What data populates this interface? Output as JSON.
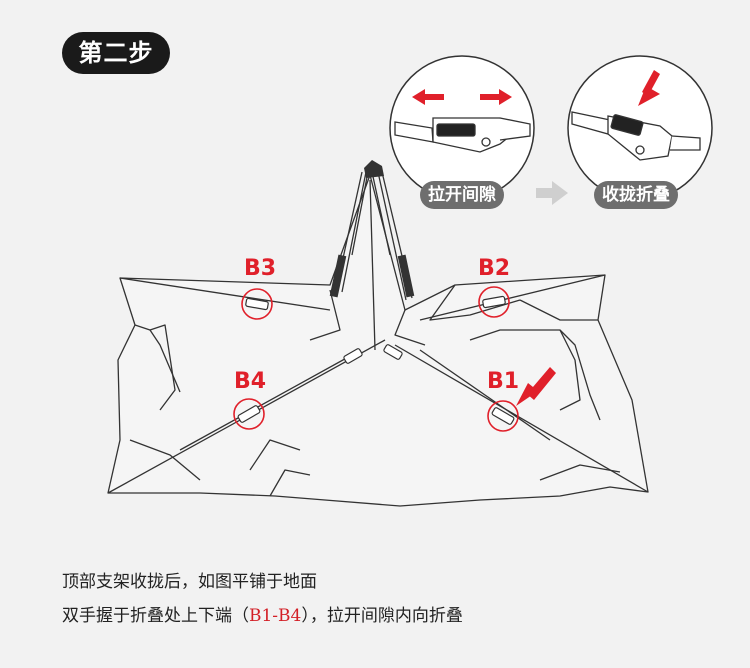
{
  "step_label": "第二步",
  "inset_left_label": "拉开间隙",
  "inset_right_label": "收拢折叠",
  "markers": {
    "b1": "B1",
    "b2": "B2",
    "b3": "B3",
    "b4": "B4"
  },
  "caption": {
    "line1": "顶部支架收拢后，如图平铺于地面",
    "line2_prefix": "双手握于折叠处上下端（",
    "line2_highlight": "B1-B4",
    "line2_suffix": "），拉开间隙内向折叠"
  },
  "colors": {
    "accent_red": "#d31f26",
    "badge_bg": "#1a1a1a",
    "pill_bg": "#6e6e6e"
  }
}
